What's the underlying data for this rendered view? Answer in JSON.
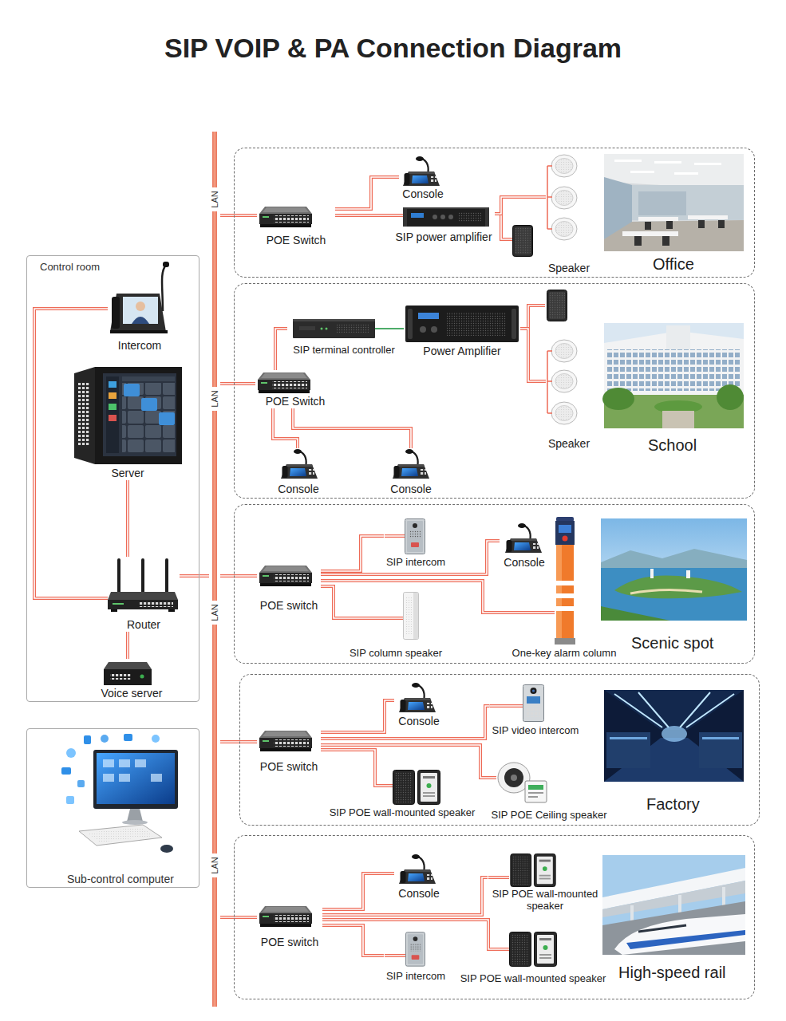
{
  "diagram": {
    "title": "SIP VOIP & PA Connection Diagram",
    "nodes": [
      {
        "text": [
          "LAN",
          "LAN",
          "LAN",
          "LAN"
        ]
      },
      {
        "text": [
          "Office"
        ]
      },
      {
        "text": [
          "POE Switch"
        ],
        "in": 1
      },
      {
        "text": [
          "Console"
        ],
        "in": 1
      },
      {
        "text": [
          "SIP power amplifier"
        ],
        "in": 1
      },
      {
        "text": [
          "Speaker"
        ],
        "in": 1
      },
      {
        "text": [
          "Control room"
        ]
      },
      {
        "text": [
          "Intercom"
        ],
        "in": 6
      },
      {
        "text": [
          "Server"
        ],
        "in": 6
      },
      {
        "text": [
          "Router"
        ],
        "in": 6
      },
      {
        "text": [
          "Voice server"
        ],
        "in": 6
      },
      {
        "text": [
          "School"
        ]
      },
      {
        "text": [
          "SIP terminal controller"
        ],
        "in": 11
      },
      {
        "text": [
          "Power Amplifier"
        ],
        "in": 11
      },
      {
        "text": [
          "POE Switch"
        ],
        "in": 11
      },
      {
        "text": [
          "Speaker"
        ],
        "in": 11
      },
      {
        "text": [
          "Console"
        ],
        "in": 11
      },
      {
        "text": [
          "Console"
        ],
        "in": 11
      },
      {
        "text": [
          "Scenic spot"
        ]
      },
      {
        "text": [
          "POE switch"
        ],
        "in": 18
      },
      {
        "text": [
          "SIP intercom"
        ],
        "in": 18
      },
      {
        "text": [
          "Console"
        ],
        "in": 18
      },
      {
        "text": [
          "SIP column speaker"
        ],
        "in": 18
      },
      {
        "text": [
          "One-key alarm column"
        ],
        "in": 18
      },
      {
        "text": [
          "Sub-control computer"
        ]
      },
      {
        "text": [
          "Factory"
        ]
      },
      {
        "text": [
          "POE switch"
        ],
        "in": 25
      },
      {
        "text": [
          "Console"
        ],
        "in": 25
      },
      {
        "text": [
          "SIP video intercom"
        ],
        "in": 25
      },
      {
        "text": [
          "SIP POE wall-mounted speaker"
        ],
        "in": 25
      },
      {
        "text": [
          "SIP POE Ceiling speaker"
        ],
        "in": 25
      },
      {
        "text": [
          "High-speed rail"
        ]
      },
      {
        "text": [
          "POE switch"
        ],
        "in": 31
      },
      {
        "text": [
          "Console"
        ],
        "in": 31
      },
      {
        "text": [
          "SIP POE wall-mounted speaker"
        ],
        "in": 31
      },
      {
        "text": [
          "SIP intercom"
        ],
        "in": 31
      },
      {
        "text": [
          "SIP POE wall-mounted speaker"
        ],
        "in": 31
      }
    ],
    "edges": [
      {
        "from": 0,
        "to": 2,
        "arrow": "none"
      },
      {
        "from": 0,
        "to": 14,
        "arrow": "none"
      },
      {
        "from": 9,
        "to": 0,
        "arrow": "none"
      },
      {
        "from": 0,
        "to": 19,
        "arrow": "none"
      },
      {
        "from": 0,
        "to": 26,
        "arrow": "none"
      },
      {
        "from": 0,
        "to": 32,
        "arrow": "none"
      },
      {
        "from": 2,
        "to": 3,
        "arrow": "none"
      },
      {
        "from": 2,
        "to": 4,
        "arrow": "none"
      },
      {
        "from": 4,
        "to": 5,
        "arrow": "none"
      },
      {
        "from": 7,
        "to": 9,
        "arrow": "none"
      },
      {
        "from": 8,
        "to": 9,
        "arrow": "none"
      },
      {
        "from": 9,
        "to": 10,
        "arrow": "none"
      },
      {
        "from": 14,
        "to": 12,
        "arrow": "none"
      },
      {
        "from": 12,
        "to": 13,
        "arrow": "none"
      },
      {
        "from": 13,
        "to": 15,
        "arrow": "none"
      },
      {
        "from": 14,
        "to": 16,
        "arrow": "none"
      },
      {
        "from": 14,
        "to": 17,
        "arrow": "none"
      },
      {
        "from": 19,
        "to": 20,
        "arrow": "none"
      },
      {
        "from": 19,
        "to": 21,
        "arrow": "none"
      },
      {
        "from": 19,
        "to": 22,
        "arrow": "none"
      },
      {
        "from": 19,
        "to": 23,
        "arrow": "none"
      },
      {
        "from": 26,
        "to": 27,
        "arrow": "none"
      },
      {
        "from": 26,
        "to": 28,
        "arrow": "none"
      },
      {
        "from": 26,
        "to": 29,
        "arrow": "none"
      },
      {
        "from": 26,
        "to": 30,
        "arrow": "none"
      },
      {
        "from": 32,
        "to": 33,
        "arrow": "none"
      },
      {
        "from": 32,
        "to": 34,
        "arrow": "none"
      },
      {
        "from": 32,
        "to": 35,
        "arrow": "none"
      },
      {
        "from": 32,
        "to": 36,
        "arrow": "none"
      }
    ]
  }
}
